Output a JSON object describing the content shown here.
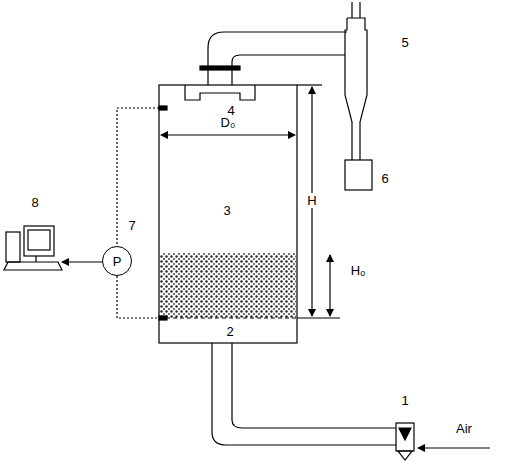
{
  "diagram": {
    "nodes": [
      {
        "text": [
          "P"
        ]
      }
    ],
    "labels": [
      "8",
      "5",
      "4",
      "D₀",
      "3",
      "H",
      "7",
      "6",
      "Hₒ",
      "2",
      "1",
      "Air"
    ]
  }
}
